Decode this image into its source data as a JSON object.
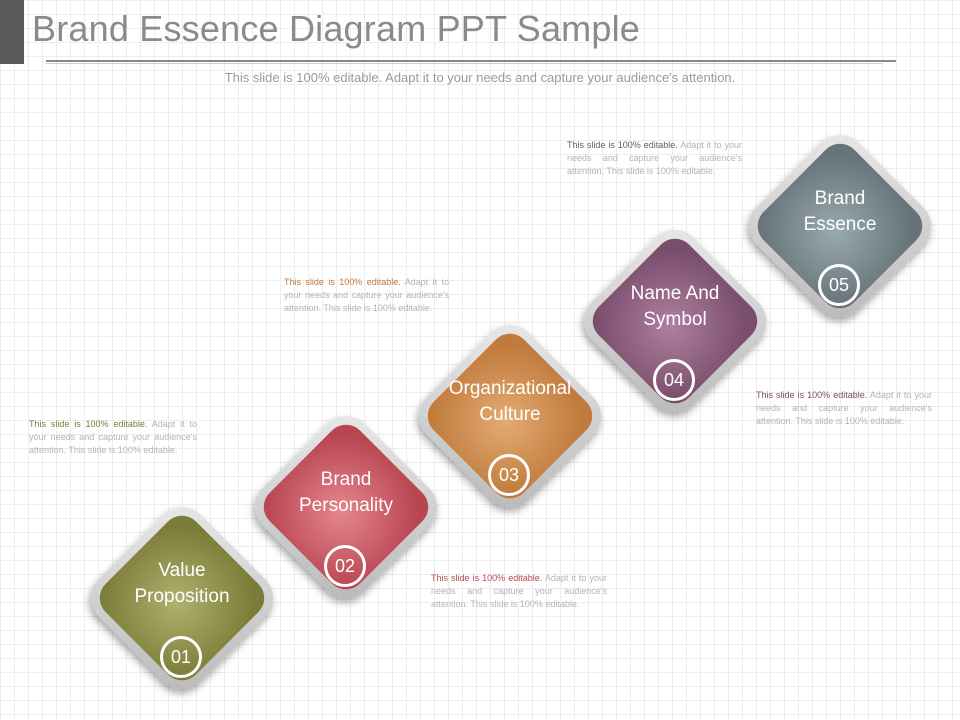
{
  "header": {
    "title": "Brand Essence Diagram PPT Sample",
    "subtitle": "This slide is 100% editable. Adapt it to your needs and capture your audience's attention."
  },
  "steps": [
    {
      "number": "01",
      "label_lines": [
        "Value",
        "Proposition"
      ],
      "color": "#7b7c38"
    },
    {
      "number": "02",
      "label_lines": [
        "Brand",
        "Personality"
      ],
      "color": "#b84652"
    },
    {
      "number": "03",
      "label_lines": [
        "Organizational",
        "Culture"
      ],
      "color": "#c07a3c"
    },
    {
      "number": "04",
      "label_lines": [
        "Name And",
        "Symbol"
      ],
      "color": "#7a4d6c"
    },
    {
      "number": "05",
      "label_lines": [
        "Brand",
        "Essence"
      ],
      "color": "#667479"
    }
  ],
  "notes": [
    {
      "lead": "This slide is 100% editable.",
      "body": " Adapt it to your needs and capture your audience's attention. This slide is 100% editable."
    },
    {
      "lead": "This slide is 100% editable.",
      "body": " Adapt it to your needs and capture your audience's attention. This slide is 100% editable."
    },
    {
      "lead": "This slide is 100% editable.",
      "body": " Adapt it to your needs and capture your audience's attention. This slide is 100% editable."
    },
    {
      "lead": "This slide is 100% editable.",
      "body": " Adapt it to your needs and capture your audience's attention. This slide is 100% editable."
    },
    {
      "lead": "This slide is 100% editable.",
      "body": " Adapt it to your needs and capture your audience's attention. This slide is 100% editable."
    }
  ]
}
